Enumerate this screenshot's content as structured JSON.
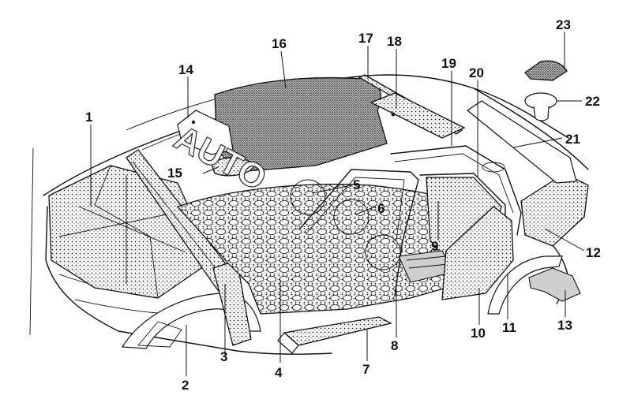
{
  "watermark": "AUTO",
  "callouts": [
    {
      "id": "1",
      "label": "1"
    },
    {
      "id": "2",
      "label": "2"
    },
    {
      "id": "3",
      "label": "3"
    },
    {
      "id": "4",
      "label": "4"
    },
    {
      "id": "5",
      "label": "5"
    },
    {
      "id": "6",
      "label": "6"
    },
    {
      "id": "7",
      "label": "7"
    },
    {
      "id": "8",
      "label": "8"
    },
    {
      "id": "9",
      "label": "9"
    },
    {
      "id": "10",
      "label": "10"
    },
    {
      "id": "11",
      "label": "11"
    },
    {
      "id": "12",
      "label": "12"
    },
    {
      "id": "13",
      "label": "13"
    },
    {
      "id": "14",
      "label": "14"
    },
    {
      "id": "15",
      "label": "15"
    },
    {
      "id": "16",
      "label": "16"
    },
    {
      "id": "17",
      "label": "17"
    },
    {
      "id": "18",
      "label": "18"
    },
    {
      "id": "19",
      "label": "19"
    },
    {
      "id": "20",
      "label": "20"
    },
    {
      "id": "21",
      "label": "21"
    },
    {
      "id": "22",
      "label": "22"
    },
    {
      "id": "23",
      "label": "23"
    }
  ]
}
